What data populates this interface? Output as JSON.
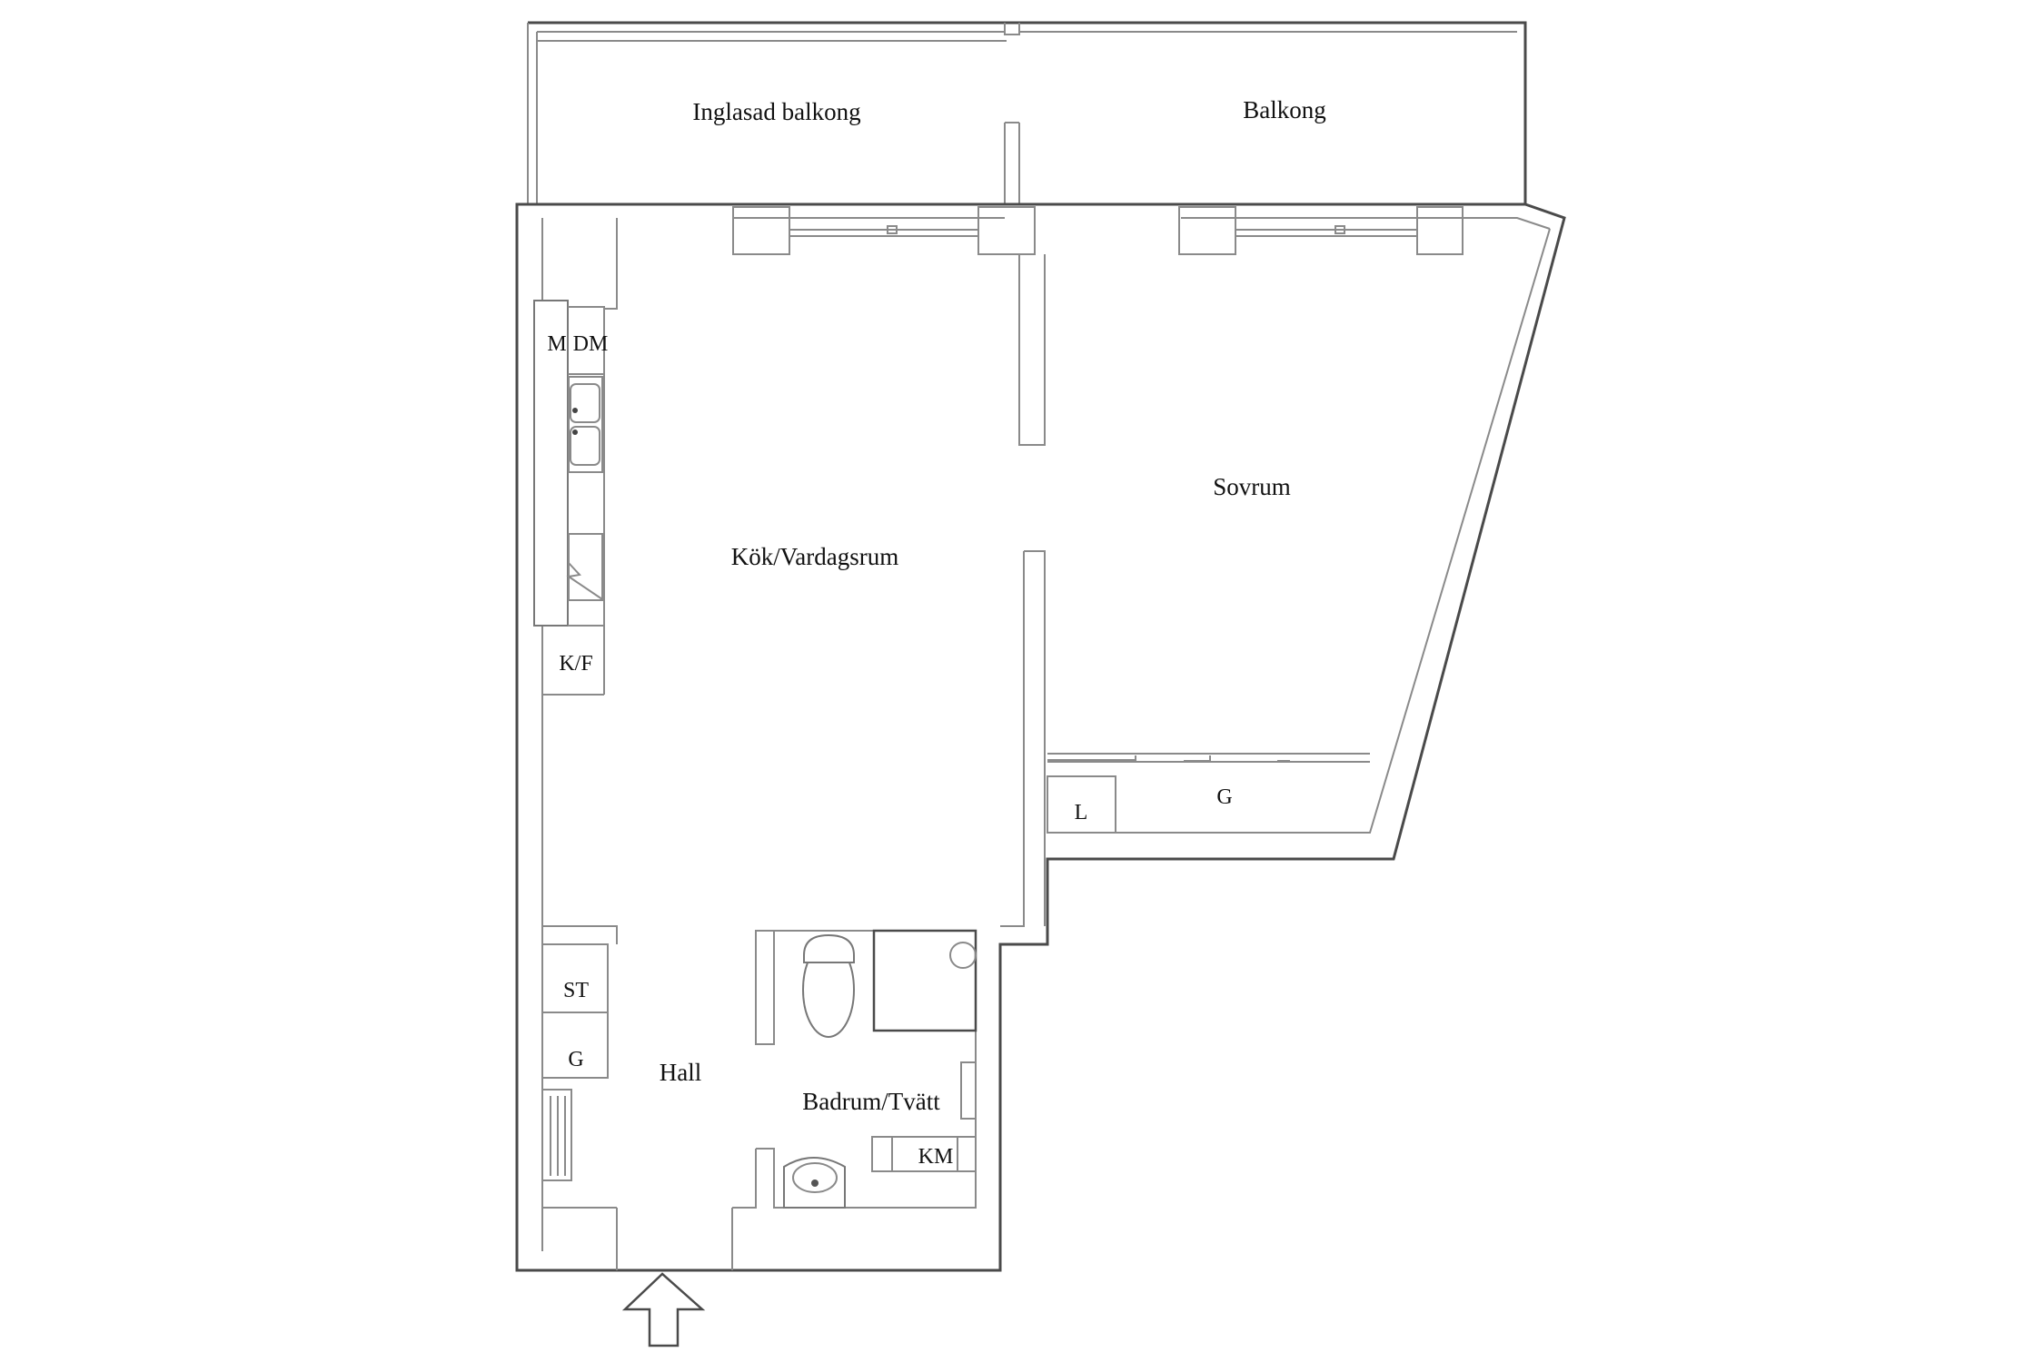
{
  "floorplan": {
    "rooms": {
      "glazed_balcony": "Inglasad balkong",
      "balcony": "Balkong",
      "kitchen_living": "Kök/Vardagsrum",
      "bedroom": "Sovrum",
      "hall": "Hall",
      "bathroom": "Badrum/Tvätt"
    },
    "fixtures": {
      "microwave": "M",
      "dishwasher": "DM",
      "fridge_freezer": "K/F",
      "bedroom_closet": "G",
      "linen_closet": "L",
      "hall_storage": "ST",
      "hall_closet": "G",
      "washing_machine": "KM"
    },
    "entrance": "entrance-arrow"
  },
  "colors": {
    "wall": "#4a4a4a",
    "thin_line": "#8a8a8a",
    "text": "#111111",
    "background": "#ffffff"
  }
}
